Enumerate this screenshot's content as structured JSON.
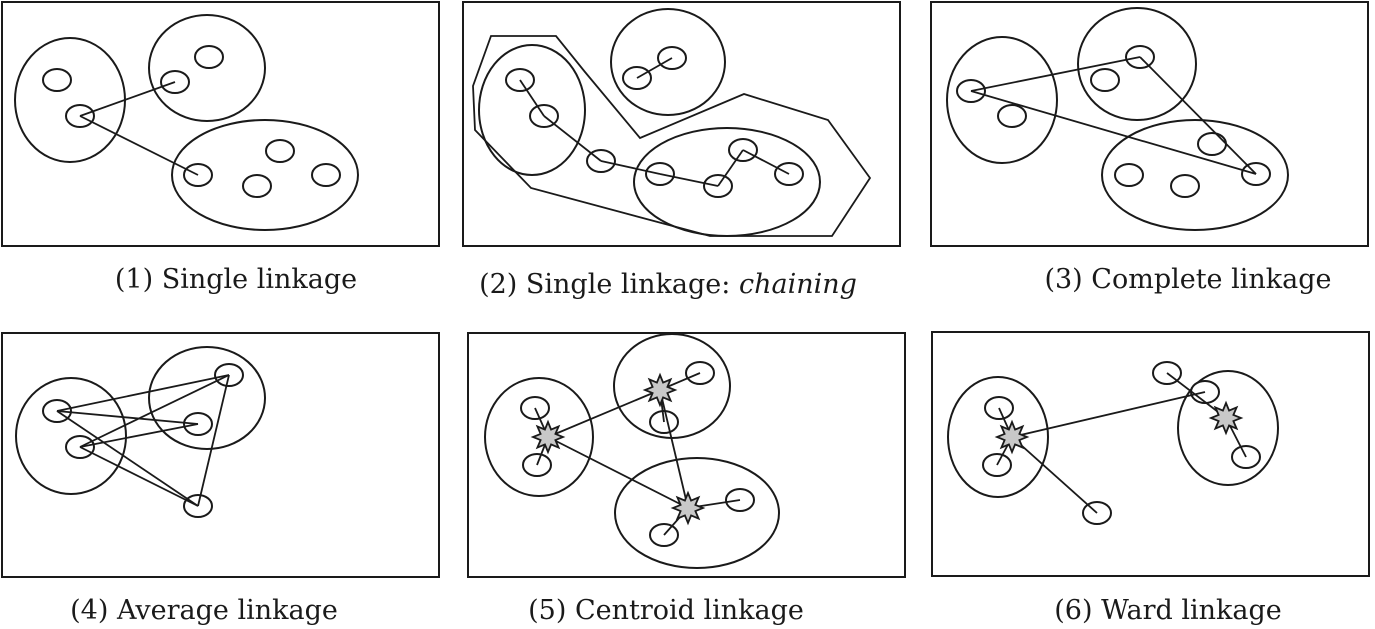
{
  "captions": [
    {
      "main": "(1) Single linkage",
      "emphasis": ""
    },
    {
      "main": "(2) Single linkage: ",
      "emphasis": "chaining"
    },
    {
      "main": "(3) Complete linkage",
      "emphasis": ""
    },
    {
      "main": "(4) Average linkage",
      "emphasis": ""
    },
    {
      "main": "(5) Centroid linkage",
      "emphasis": ""
    },
    {
      "main": "(6) Ward linkage",
      "emphasis": ""
    }
  ],
  "colors": {
    "stroke": "#1a1a1a",
    "centroid_fill": "#c8c8c8",
    "background": "#ffffff"
  },
  "icons": {
    "centroid": "centroid-star-icon"
  }
}
